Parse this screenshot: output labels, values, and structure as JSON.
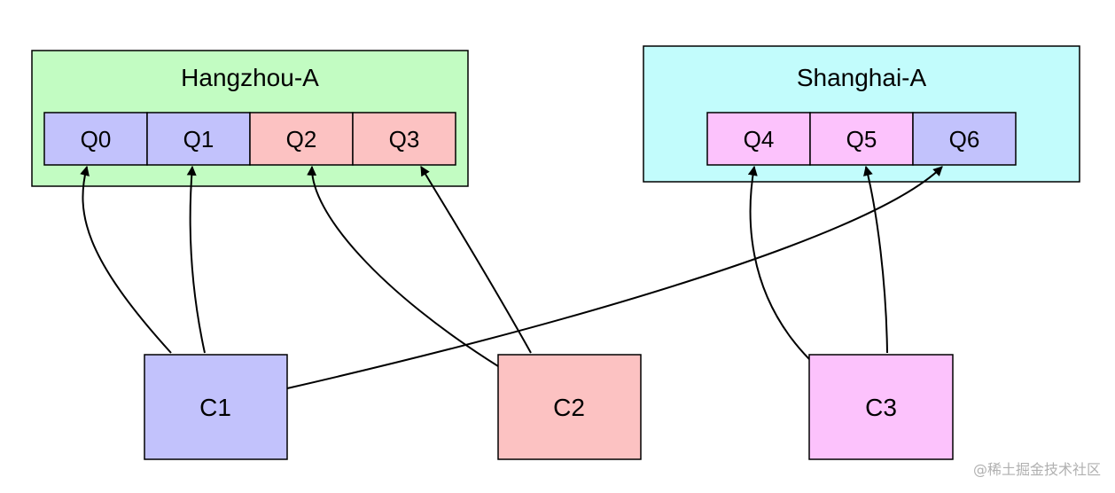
{
  "clusters": [
    {
      "id": "hangzhou",
      "title": "Hangzhou-A",
      "fill": "#c2fcc2"
    },
    {
      "id": "shanghai",
      "title": "Shanghai-A",
      "fill": "#c2fcfc"
    }
  ],
  "queues": [
    {
      "id": "q0",
      "label": "Q0",
      "fill": "#c2c2fc"
    },
    {
      "id": "q1",
      "label": "Q1",
      "fill": "#c2c2fc"
    },
    {
      "id": "q2",
      "label": "Q2",
      "fill": "#fcc2c2"
    },
    {
      "id": "q3",
      "label": "Q3",
      "fill": "#fcc2c2"
    },
    {
      "id": "q4",
      "label": "Q4",
      "fill": "#fcc2fc"
    },
    {
      "id": "q5",
      "label": "Q5",
      "fill": "#fcc2fc"
    },
    {
      "id": "q6",
      "label": "Q6",
      "fill": "#c2c2fc"
    }
  ],
  "consumers": [
    {
      "id": "c1",
      "label": "C1",
      "fill": "#c2c2fc"
    },
    {
      "id": "c2",
      "label": "C2",
      "fill": "#fcc2c2"
    },
    {
      "id": "c3",
      "label": "C3",
      "fill": "#fcc2fc"
    }
  ],
  "edges": [
    {
      "from": "C1",
      "to": "Q0"
    },
    {
      "from": "C1",
      "to": "Q1"
    },
    {
      "from": "C1",
      "to": "Q6"
    },
    {
      "from": "C2",
      "to": "Q2"
    },
    {
      "from": "C2",
      "to": "Q3"
    },
    {
      "from": "C3",
      "to": "Q4"
    },
    {
      "from": "C3",
      "to": "Q5"
    }
  ],
  "watermark": "@稀土掘金技术社区"
}
